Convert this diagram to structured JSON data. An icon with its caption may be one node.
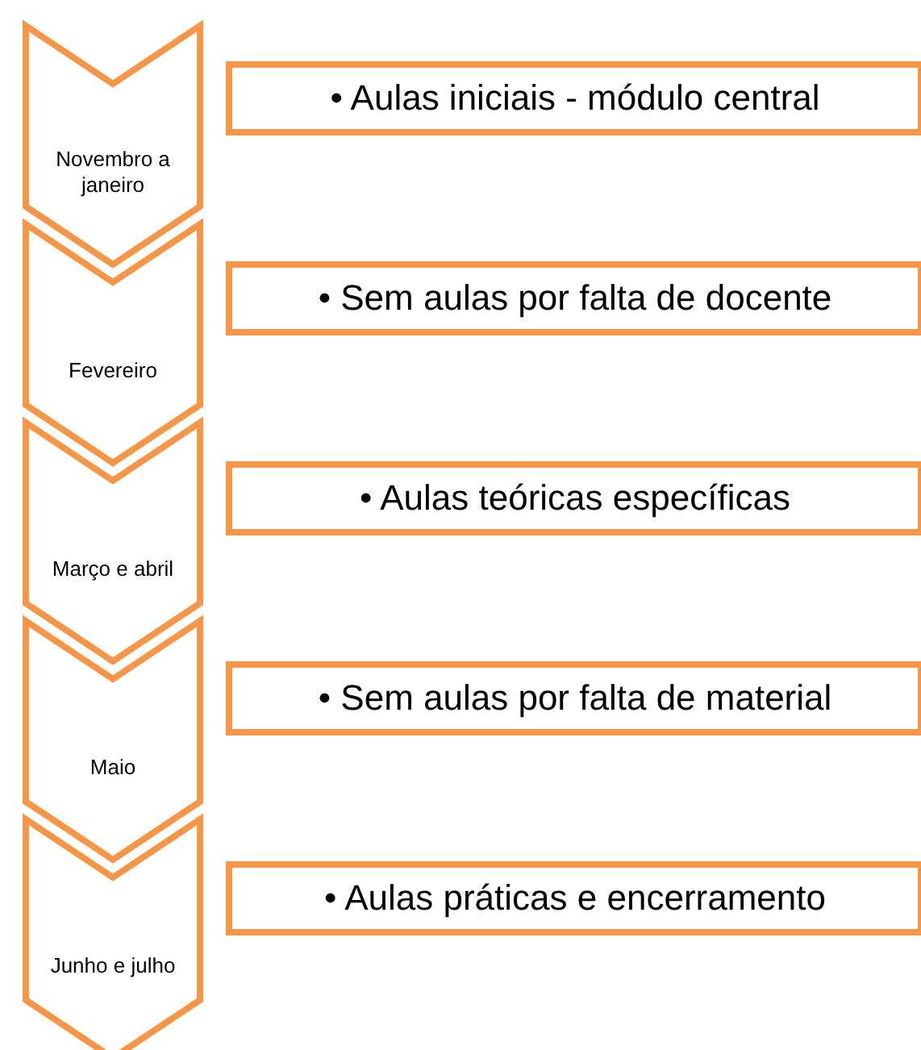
{
  "diagram": {
    "nodes": [
      {
        "text": [
          "Novembro a janeiro"
        ]
      },
      {
        "text": [
          "• Aulas iniciais - módulo central"
        ]
      },
      {
        "text": [
          "Fevereiro"
        ]
      },
      {
        "text": [
          "• Sem aulas por falta de docente"
        ]
      },
      {
        "text": [
          "Março e abril"
        ]
      },
      {
        "text": [
          "• Aulas teóricas específicas"
        ]
      },
      {
        "text": [
          "Maio"
        ]
      },
      {
        "text": [
          "• Sem aulas por falta de material"
        ]
      },
      {
        "text": [
          "Junho e julho"
        ]
      },
      {
        "text": [
          "• Aulas práticas e encerramento"
        ]
      }
    ],
    "edges": []
  }
}
